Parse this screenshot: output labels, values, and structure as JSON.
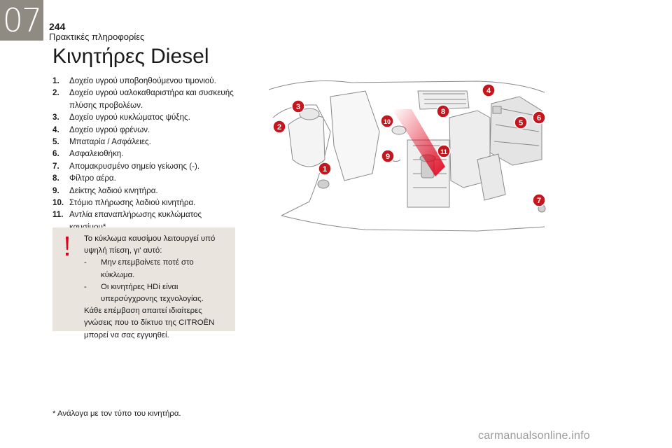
{
  "header": {
    "chapter": "07",
    "page_number": "244",
    "section": "Πρακτικές πληροφορίες"
  },
  "title": "Κινητήρες Diesel",
  "legend": [
    {
      "num": "1.",
      "text": "Δοχείο υγρού υποβοηθούμενου τιμονιού."
    },
    {
      "num": "2.",
      "text": "Δοχείο υγρού υαλοκαθαριστήρα και συσκευής πλύσης προβολέων."
    },
    {
      "num": "3.",
      "text": "Δοχείο υγρού κυκλώματος ψύξης."
    },
    {
      "num": "4.",
      "text": "Δοχείο υγρού φρένων."
    },
    {
      "num": "5.",
      "text": "Μπαταρία / Ασφάλειες."
    },
    {
      "num": "6.",
      "text": "Ασφαλειοθήκη."
    },
    {
      "num": "7.",
      "text": "Απομακρυσμένο σημείο γείωσης (-)."
    },
    {
      "num": "8.",
      "text": "Φίλτρο αέρα."
    },
    {
      "num": "9.",
      "text": "Δείκτης λαδιού κινητήρα."
    },
    {
      "num": "10.",
      "text": "Στόμιο πλήρωσης λαδιού κινητήρα."
    },
    {
      "num": "11.",
      "text": "Αντλία επαναπλήρωσης κυκλώματος καυσίμου*."
    }
  ],
  "warning": {
    "intro": "Το κύκλωμα καυσίμου λειτουργεί υπό υψηλή πίεση, γι' αυτό:",
    "bullets": [
      {
        "dash": "-",
        "text": "Μην επεμβαίνετε ποτέ στο κύκλωμα."
      },
      {
        "dash": "-",
        "text": "Οι κινητήρες HDi είναι υπερσύγχρονης τεχνολογίας."
      }
    ],
    "outro": "Κάθε επέμβαση απαιτεί ιδιαίτερες γνώσεις που το δίκτυο της CITROËN μπορεί να σας εγγυηθεί.",
    "icon": "exclamation-icon",
    "accent_color": "#e2001a",
    "box_color": "#e9e4de"
  },
  "footnote": "* Ανάλογα με τον τύπο του κινητήρα.",
  "figure": {
    "callouts": [
      "1",
      "2",
      "3",
      "4",
      "5",
      "6",
      "7",
      "8",
      "9",
      "10",
      "11"
    ],
    "callout_color": "#c4161c"
  },
  "watermark": "carmanualsonline.info"
}
